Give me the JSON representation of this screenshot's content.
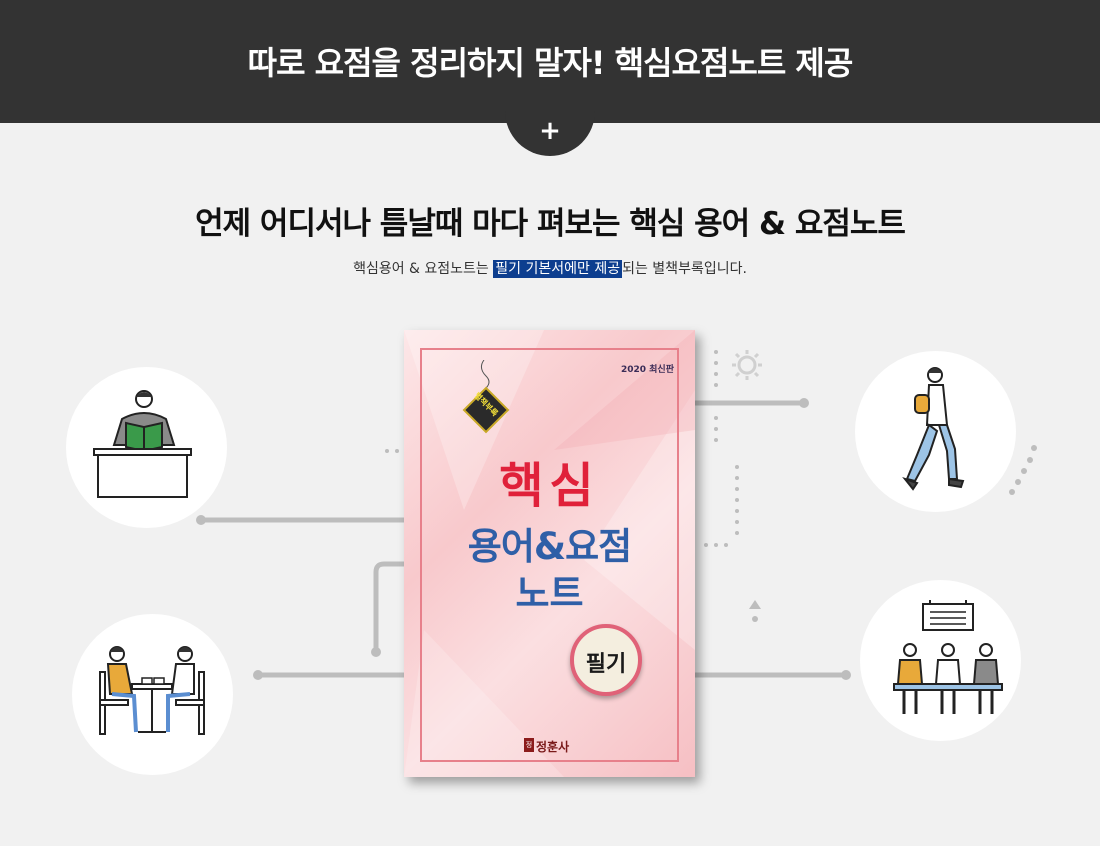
{
  "header": {
    "title": "따로 요점을 정리하지 말자! 핵심요점노트 제공",
    "plus_symbol": "+"
  },
  "subtitle": "언제 어디서나 틈날때 마다 펴보는 핵심 용어 & 요점노트",
  "description": {
    "before": "핵심용어 & 요점노트는 ",
    "highlight": "필기 기본서에만 제공",
    "after": "되는 별책부록입니다."
  },
  "book": {
    "edition": "2020 최신판",
    "tag": "별책부록",
    "title_line1": "핵심",
    "title_line2": "용어&요점",
    "title_line3": "노트",
    "badge": "필기",
    "publisher": "정훈사",
    "publisher_mark": "정"
  },
  "colors": {
    "header_bg": "#333333",
    "highlight_bg": "#0d3e8f",
    "title_red": "#e0213a",
    "title_blue": "#2f5fa7"
  },
  "illustrations": [
    {
      "icon": "person-reading-at-desk-icon"
    },
    {
      "icon": "person-walking-with-backpack-icon"
    },
    {
      "icon": "two-people-at-table-icon"
    },
    {
      "icon": "people-waiting-on-bench-icon"
    }
  ]
}
